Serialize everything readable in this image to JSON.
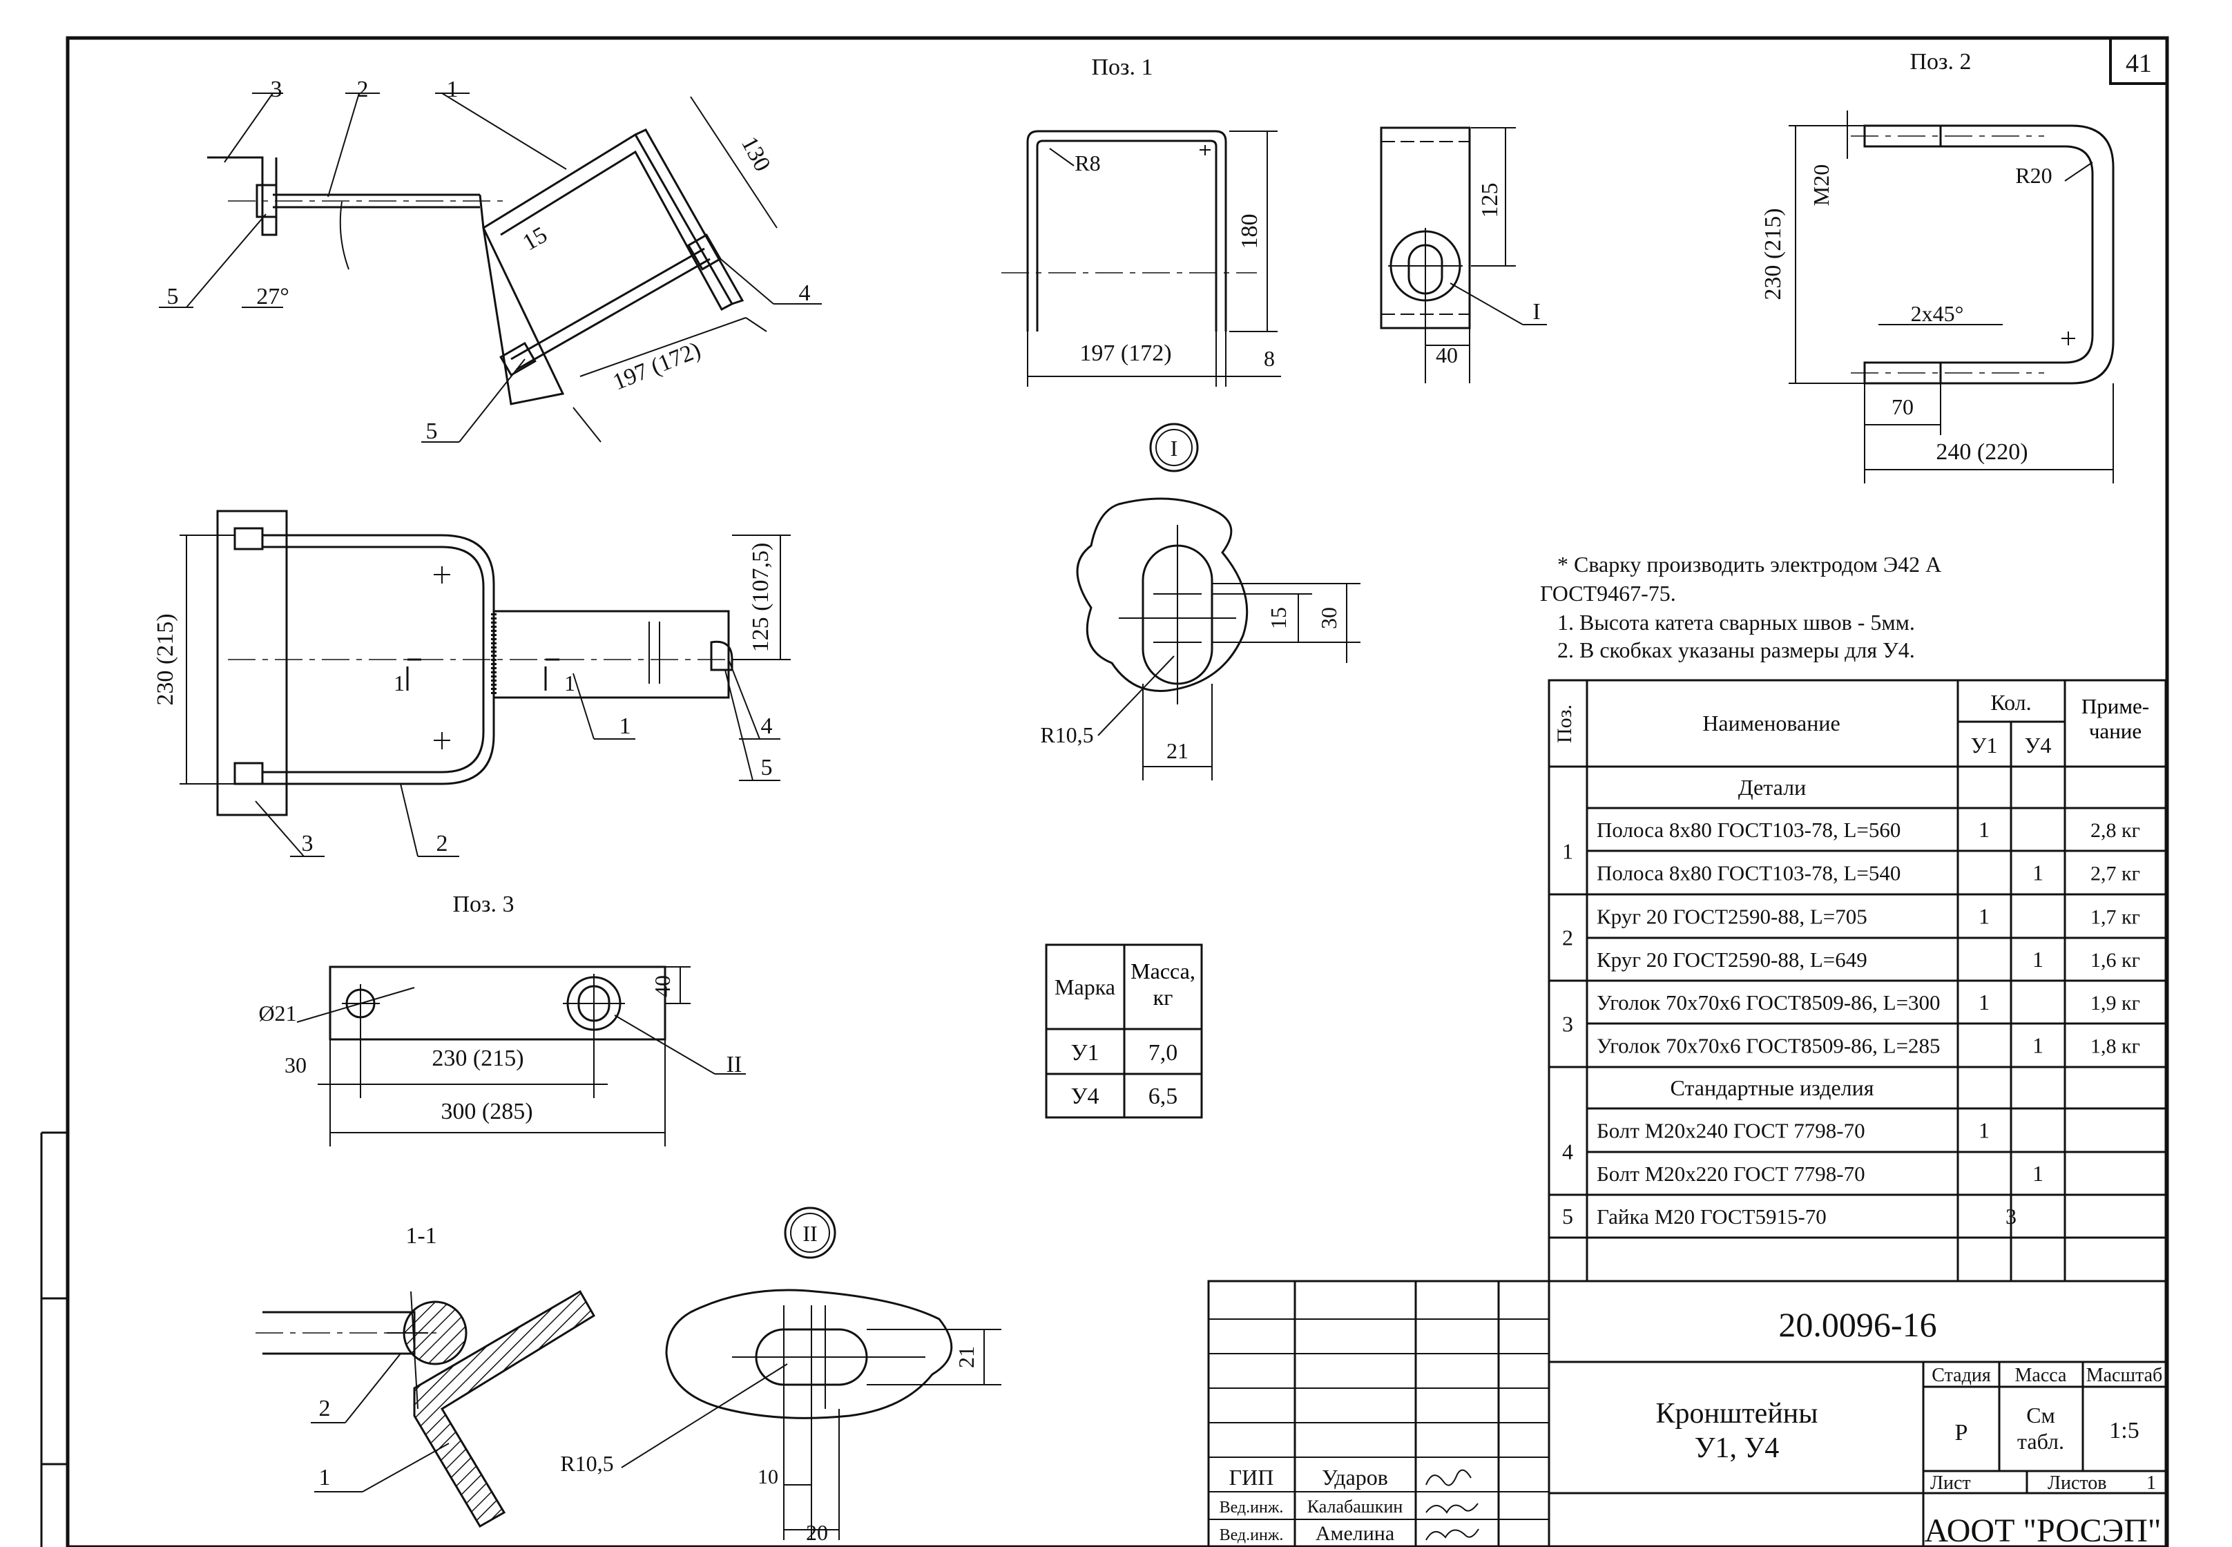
{
  "sheet_number": "41",
  "views": {
    "pos1": "Поз. 1",
    "pos2": "Поз. 2",
    "pos3": "Поз. 3",
    "section_1_1": "1-1",
    "detail_I": "I",
    "detail_II": "II"
  },
  "assembly": {
    "leaders": [
      "1",
      "2",
      "3",
      "4",
      "5",
      "5"
    ],
    "dim_130": "130",
    "dim_15": "15",
    "dim_197": "197 (172)",
    "angle": "27°"
  },
  "plan": {
    "dim_230": "230 (215)",
    "dim_125": "125 (107,5)",
    "cut_mark": "1",
    "leaders": [
      "1",
      "2",
      "3",
      "4",
      "5"
    ]
  },
  "pos1": {
    "radius": "R8",
    "dim_180": "180",
    "dim_197": "197 (172)",
    "dim_8": "8",
    "dim_125": "125",
    "dim_40": "40",
    "detail_mark": "I"
  },
  "pos2": {
    "thread": "M20",
    "radius": "R20",
    "dim_230": "230 (215)",
    "chamfer": "2x45°",
    "dim_70": "70",
    "dim_240": "240 (220)"
  },
  "detail_I": {
    "dim_15": "15",
    "dim_30": "30",
    "radius": "R10,5",
    "dim_21": "21"
  },
  "pos3": {
    "hole": "Ø21",
    "dim_230": "230 (215)",
    "dim_30": "30",
    "dim_300": "300 (285)",
    "dim_40": "40",
    "detail_mark": "II"
  },
  "mass_table": {
    "headers": [
      "Марка",
      "Масса, кг"
    ],
    "rows": [
      [
        "У1",
        "7,0"
      ],
      [
        "У4",
        "6,5"
      ]
    ]
  },
  "section": {
    "leaders": [
      "2",
      "1"
    ]
  },
  "detail_II": {
    "radius": "R10,5",
    "dim_21": "21",
    "dim_10": "10",
    "dim_20": "20"
  },
  "notes": [
    "* Сварку производить электродом Э42 А",
    "ГОСТ9467-75.",
    "1. Высота катета сварных швов - 5мм.",
    "2. В скобках указаны размеры для У4."
  ],
  "spec_table": {
    "header_pos": "Поз.",
    "header_name": "Наименование",
    "header_qty": "Кол.",
    "header_u1": "У1",
    "header_u4": "У4",
    "header_note": "Приме-чание",
    "rows": [
      {
        "pos": "",
        "name": "Детали",
        "u1": "",
        "u4": "",
        "note": ""
      },
      {
        "pos": "1",
        "name": "Полоса 8х80 ГОСТ103-78, L=560",
        "u1": "1",
        "u4": "",
        "note": "2,8 кг"
      },
      {
        "pos": "",
        "name": "Полоса 8х80 ГОСТ103-78, L=540",
        "u1": "",
        "u4": "1",
        "note": "2,7 кг"
      },
      {
        "pos": "2",
        "name": "Круг 20 ГОСТ2590-88, L=705",
        "u1": "1",
        "u4": "",
        "note": "1,7 кг"
      },
      {
        "pos": "",
        "name": "Круг 20 ГОСТ2590-88, L=649",
        "u1": "",
        "u4": "1",
        "note": "1,6 кг"
      },
      {
        "pos": "3",
        "name": "Уголок 70х70х6 ГОСТ8509-86, L=300",
        "u1": "1",
        "u4": "",
        "note": "1,9 кг"
      },
      {
        "pos": "",
        "name": "Уголок 70х70х6 ГОСТ8509-86, L=285",
        "u1": "",
        "u4": "1",
        "note": "1,8 кг"
      },
      {
        "pos": "",
        "name": "Стандартные изделия",
        "u1": "",
        "u4": "",
        "note": ""
      },
      {
        "pos": "4",
        "name": "Болт М20х240 ГОСТ 7798-70",
        "u1": "1",
        "u4": "",
        "note": ""
      },
      {
        "pos": "",
        "name": "Болт М20х220 ГОСТ 7798-70",
        "u1": "",
        "u4": "1",
        "note": ""
      },
      {
        "pos": "5",
        "name": "Гайка М20 ГОСТ5915-70",
        "u1": "3",
        "u4": "",
        "note": ""
      }
    ]
  },
  "title_block": {
    "doc_number": "20.0096-16",
    "title_line1": "Кронштейны",
    "title_line2": "У1, У4",
    "stage_label": "Стадия",
    "mass_label": "Масса",
    "scale_label": "Масштаб",
    "stage": "Р",
    "mass_line1": "См",
    "mass_line2": "табл.",
    "scale": "1:5",
    "sheet_label": "Лист",
    "sheets_label": "Листов",
    "sheets_count": "1",
    "company": "АООТ \"РОСЭП\"",
    "signers": [
      {
        "role": "ГИП",
        "name": "Ударов"
      },
      {
        "role": "Вед.инж.",
        "name": "Калабашкин"
      },
      {
        "role": "Вед.инж.",
        "name": "Амелина"
      }
    ]
  }
}
